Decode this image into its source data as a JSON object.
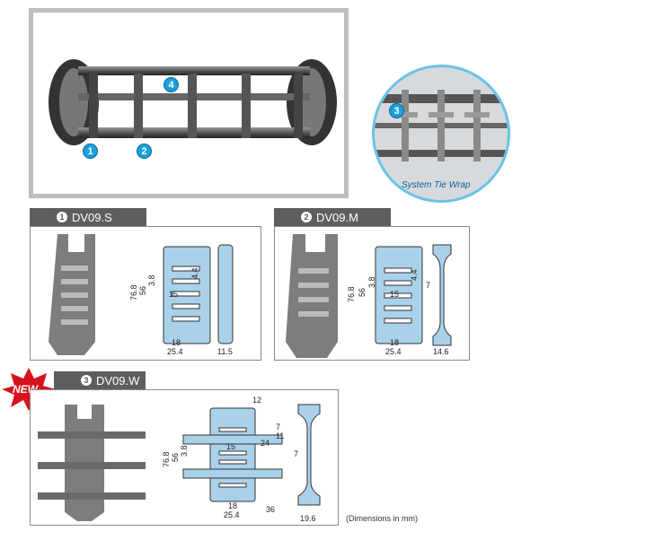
{
  "photo": {
    "badges": [
      "1",
      "2",
      "4"
    ]
  },
  "inset": {
    "caption": "System Tie Wrap",
    "badge": "3"
  },
  "products": [
    {
      "num": "1",
      "name": "DV09.S",
      "dims": {
        "h1": "76.8",
        "h2": "56",
        "d1": "3.8",
        "d2": "4.4",
        "w1": "15",
        "w2": "18",
        "w3": "25.4",
        "w4": "11.5"
      }
    },
    {
      "num": "2",
      "name": "DV09.M",
      "dims": {
        "h1": "76.8",
        "h2": "56",
        "d1": "3.8",
        "d2": "4.4",
        "w1": "15",
        "w2": "18",
        "w3": "25.4",
        "w4": "14.6",
        "w5": "7"
      }
    },
    {
      "num": "3",
      "name": "DV09.W",
      "dims": {
        "h1": "76.8",
        "h2": "56",
        "d1": "3.8",
        "w0": "12",
        "w1": "15",
        "w2": "18",
        "w3": "25.4",
        "w4": "19.6",
        "w5": "7",
        "w6": "24",
        "w7": "36",
        "w8": "11",
        "w9": "7"
      }
    }
  ],
  "new_label": "NEW",
  "footnote": "(Dimensions in mm)",
  "colors": {
    "accent": "#1aa0dc",
    "tab": "#5e5e5e",
    "part": "#a9d1ea",
    "new": "#d8121c"
  }
}
